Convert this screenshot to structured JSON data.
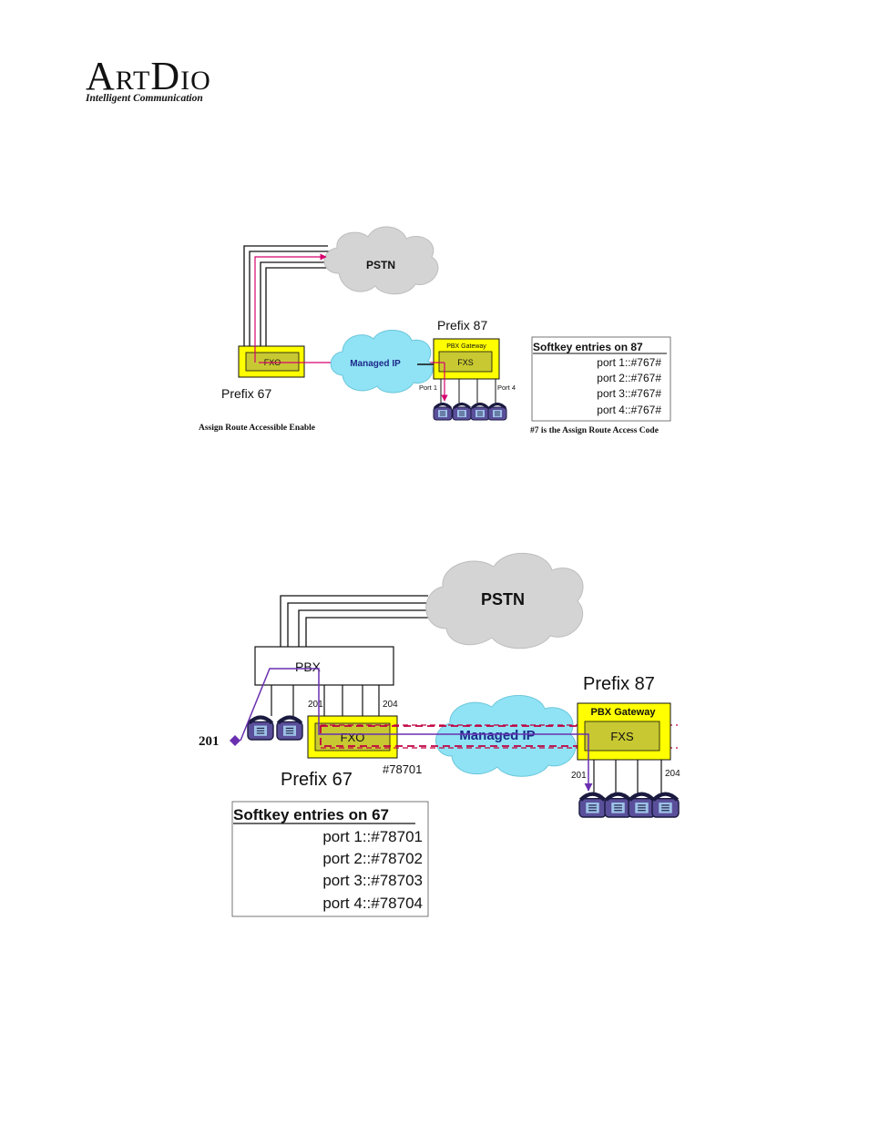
{
  "logo": {
    "brand_first_big": "A",
    "brand_first_rest": "RT",
    "brand_second_big": "D",
    "brand_second_rest": "IO",
    "tagline": "Intelligent Communication"
  },
  "diagram1": {
    "pstn": "PSTN",
    "managed_ip": "Managed IP",
    "fxo": "FXO",
    "fxs": "FXS",
    "pbx_gateway": "PBX Gateway",
    "prefix_87": "Prefix 87",
    "prefix_67": "Prefix 67",
    "port_1": "Port 1",
    "port_4": "Port 4",
    "softkey_title": "Softkey entries on 87",
    "softkey_entries": [
      "port 1::#767#",
      "port 2::#767#",
      "port 3::#767#",
      "port 4::#767#"
    ],
    "caption_left": "Assign Route Accessible Enable",
    "caption_right": "#7 is the Assign Route Access Code"
  },
  "diagram2": {
    "pstn": "PSTN",
    "pbx": "PBX",
    "managed_ip": "Managed IP",
    "fxo": "FXO",
    "fxs": "FXS",
    "pbx_gateway": "PBX Gateway",
    "prefix_87": "Prefix 87",
    "prefix_67": "Prefix 67",
    "ext_201_pbx": "201",
    "ext_204_pbx": "204",
    "ext_201_gw": "201",
    "ext_204_gw": "204",
    "caller": "201",
    "dial_code": "#78701",
    "softkey_title": "Softkey entries on 67",
    "softkey_entries": [
      "port 1::#78701",
      "port 2::#78702",
      "port 3::#78703",
      "port 4::#78704"
    ]
  },
  "colors": {
    "box_yellow": "#ffff00",
    "inner_green": "#c8c832",
    "cloud_gray": "#d0d0d0",
    "cloud_cyan": "#8fe3f5",
    "path_magenta": "#d6006e",
    "path_purple": "#6a2fb0",
    "dashed_red": "#c00040"
  }
}
